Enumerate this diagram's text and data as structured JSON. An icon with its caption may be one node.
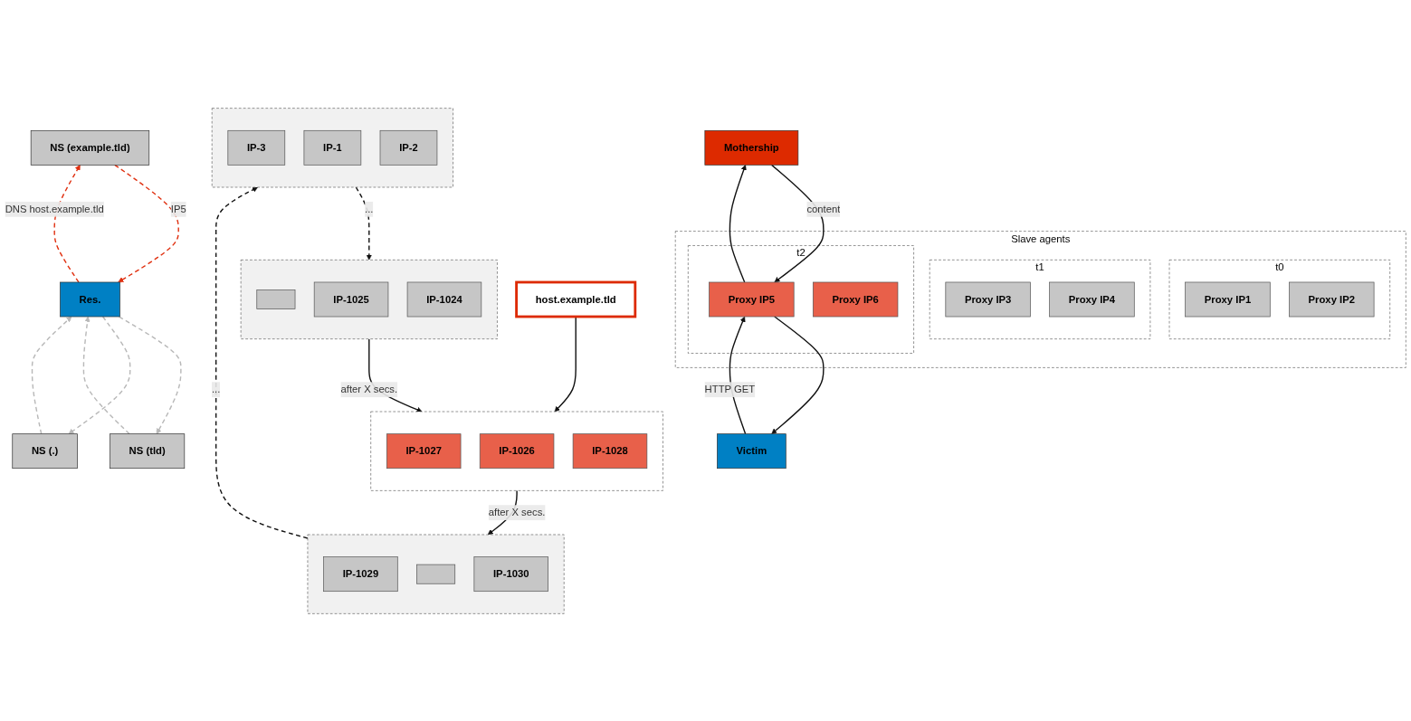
{
  "diagram": {
    "nodes": [
      {
        "text": [
          "Mothership"
        ]
      },
      {
        "text": [
          "Slave agents"
        ]
      },
      {
        "text": [
          "t0"
        ],
        "in": 1
      },
      {
        "text": [
          "Proxy IP1"
        ],
        "in": 2
      },
      {
        "text": [
          "Proxy IP2"
        ],
        "in": 2
      },
      {
        "text": [
          "t1"
        ],
        "in": 1
      },
      {
        "text": [
          "Proxy IP3"
        ],
        "in": 5
      },
      {
        "text": [
          "Proxy IP4"
        ],
        "in": 5
      },
      {
        "text": [
          "t2"
        ],
        "in": 1
      },
      {
        "text": [
          "Proxy IP5"
        ],
        "in": 8
      },
      {
        "text": [
          "Proxy IP6"
        ],
        "in": 8
      },
      {
        "text": [
          "NS (example.tld)"
        ]
      },
      {
        "text": [
          "NS (tld)"
        ]
      },
      {
        "text": [
          "NS (.)"
        ]
      },
      {
        "text": [
          "Res."
        ]
      },
      {
        "text": [
          "Victim"
        ]
      },
      {
        "text": [],
        "shape": "box"
      },
      {
        "text": [
          "IP-1027"
        ],
        "in": 16
      },
      {
        "text": [
          "IP-1026"
        ],
        "in": 16
      },
      {
        "text": [
          "IP-1028"
        ],
        "in": 16
      },
      {
        "text": [],
        "shape": "box"
      },
      {
        "text": [],
        "shape": "box",
        "in": 20
      },
      {
        "text": [
          "IP-1025"
        ],
        "in": 20
      },
      {
        "text": [
          "IP-1024"
        ],
        "in": 20
      },
      {
        "text": [],
        "shape": "box"
      },
      {
        "text": [
          "IP-1029"
        ],
        "in": 24
      },
      {
        "text": [],
        "shape": "box",
        "in": 24
      },
      {
        "text": [
          "IP-1030"
        ],
        "in": 24
      },
      {
        "text": [
          "host.example.tld"
        ]
      },
      {
        "text": [],
        "shape": "box"
      },
      {
        "text": [
          "IP-3"
        ],
        "in": 29
      },
      {
        "text": [
          "IP-1"
        ],
        "in": 29
      },
      {
        "text": [
          "IP-2"
        ],
        "in": 29
      }
    ],
    "edges": [
      {
        "from": 9,
        "to": 0,
        "arrow": "to"
      },
      {
        "from": 0,
        "to": 9,
        "arrow": "to",
        "label": "content"
      },
      {
        "from": 15,
        "to": 9,
        "arrow": "to",
        "label": "HTTP GET"
      },
      {
        "from": 9,
        "to": 15,
        "arrow": "to"
      },
      {
        "from": 11,
        "to": 14,
        "arrow": "to",
        "label": "IP5",
        "style": "dashed",
        "color": "#e03010"
      },
      {
        "from": 14,
        "to": 11,
        "arrow": "to",
        "label": "DNS host.example.tld",
        "style": "dashed",
        "color": "#e03010"
      },
      {
        "from": 12,
        "to": 14,
        "arrow": "to",
        "style": "dashed",
        "color": "#b8b8b8"
      },
      {
        "from": 14,
        "to": 12,
        "arrow": "to",
        "style": "dashed",
        "color": "#b8b8b8"
      },
      {
        "from": 13,
        "to": 14,
        "arrow": "to",
        "style": "dashed",
        "color": "#b8b8b8"
      },
      {
        "from": 14,
        "to": 13,
        "arrow": "to",
        "style": "dashed",
        "color": "#b8b8b8"
      },
      {
        "from": 28,
        "to": 16,
        "arrow": "to"
      },
      {
        "from": 20,
        "to": 16,
        "arrow": "to",
        "label": "after X secs."
      },
      {
        "from": 16,
        "to": 24,
        "arrow": "to",
        "label": "after X secs."
      },
      {
        "from": 24,
        "to": 29,
        "arrow": "to",
        "label": "...",
        "style": "dashed"
      },
      {
        "from": 29,
        "to": 20,
        "arrow": "to",
        "label": "...",
        "style": "dashed"
      }
    ]
  }
}
